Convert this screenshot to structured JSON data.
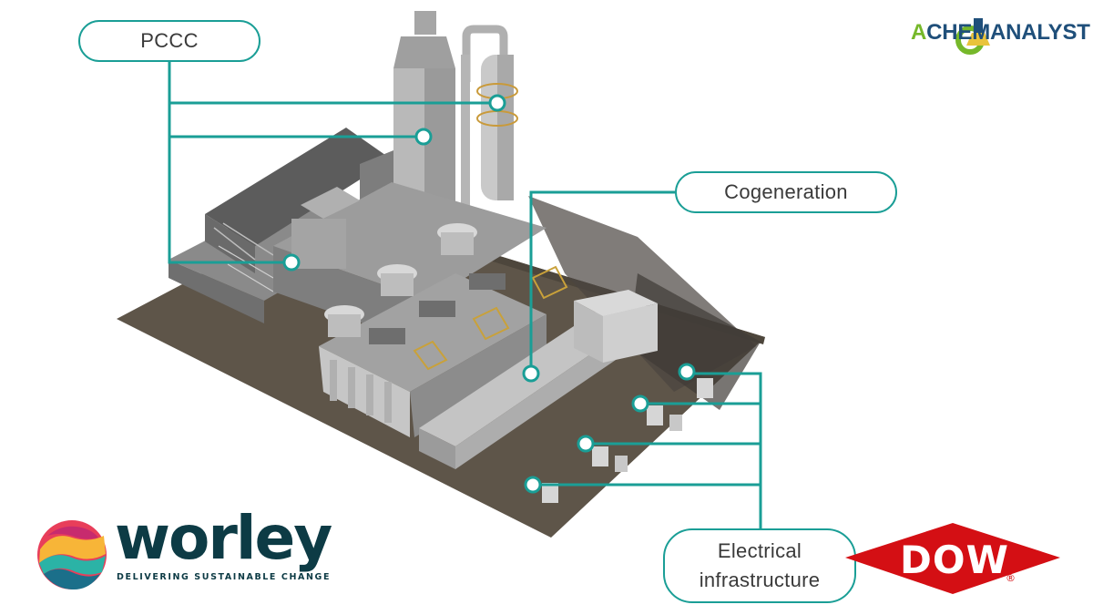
{
  "callouts": {
    "pccc": "PCCC",
    "cogeneration": "Cogeneration",
    "electrical": "Electrical\ninfrastructure"
  },
  "logos": {
    "chemanalyst_prefix": "A",
    "chemanalyst_rest": "CHEMANALYST",
    "worley": "worley",
    "worley_tagline": "DELIVERING SUSTAINABLE CHANGE",
    "dow": "DOW",
    "dow_registered": "®"
  },
  "colors": {
    "accent": "#1a9e96",
    "chemanalyst_blue": "#1f4f7a",
    "chemanalyst_green": "#76b82a",
    "worley_navy": "#0d3b45",
    "dow_red": "#d40f14"
  }
}
